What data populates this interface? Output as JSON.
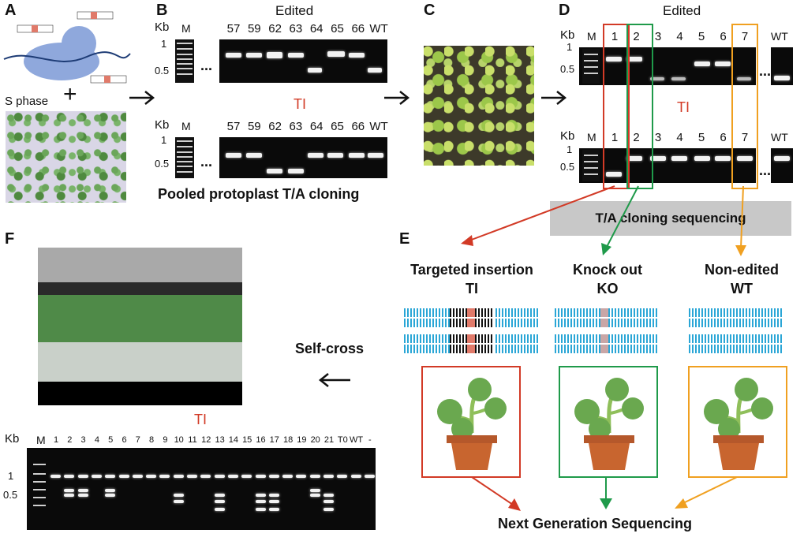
{
  "panels": {
    "A": {
      "letter": "A",
      "s_phase": "S phase",
      "plus": "+"
    },
    "B": {
      "letter": "B",
      "edited": "Edited",
      "ti": "TI",
      "kb": "Kb",
      "m": "M",
      "lanes_top": [
        "57",
        "59",
        "62",
        "63",
        "64",
        "65",
        "66",
        "WT"
      ],
      "lanes_bottom": [
        "57",
        "59",
        "62",
        "63",
        "64",
        "65",
        "66",
        "WT"
      ],
      "tick_1": "1",
      "tick_05": "0.5",
      "ellipsis": "...",
      "caption": "Pooled protoplast T/A cloning"
    },
    "C": {
      "letter": "C"
    },
    "D": {
      "letter": "D",
      "edited": "Edited",
      "ti": "TI",
      "kb": "Kb",
      "m": "M",
      "lanes": [
        "1",
        "2",
        "3",
        "4",
        "5",
        "6",
        "7"
      ],
      "wt": "WT",
      "tick_1": "1",
      "tick_05": "0.5",
      "ellipsis": "...",
      "sequencing": "T/A cloning sequencing"
    },
    "E": {
      "letter": "E",
      "groups": [
        {
          "title1": "Targeted insertion",
          "title2": "TI",
          "color": "#d23a26"
        },
        {
          "title1": "Knock out",
          "title2": "KO",
          "color": "#1f9a4a"
        },
        {
          "title1": "Non-edited",
          "title2": "WT",
          "color": "#f0a020"
        }
      ],
      "ngs": "Next Generation Sequencing"
    },
    "F": {
      "letter": "F",
      "self_cross": "Self-cross",
      "ti": "TI",
      "kb": "Kb",
      "m": "M",
      "lanes": [
        "1",
        "2",
        "3",
        "4",
        "5",
        "6",
        "7",
        "8",
        "9",
        "10",
        "11",
        "12",
        "13",
        "14",
        "15",
        "16",
        "17",
        "18",
        "19",
        "20",
        "21",
        "T0",
        "WT",
        "-"
      ],
      "tick_1": "1",
      "tick_05": "0.5"
    }
  },
  "colors": {
    "ti": "#d23a26",
    "ko": "#1f9a4a",
    "wt": "#f0a020",
    "arrow": "#111111"
  }
}
